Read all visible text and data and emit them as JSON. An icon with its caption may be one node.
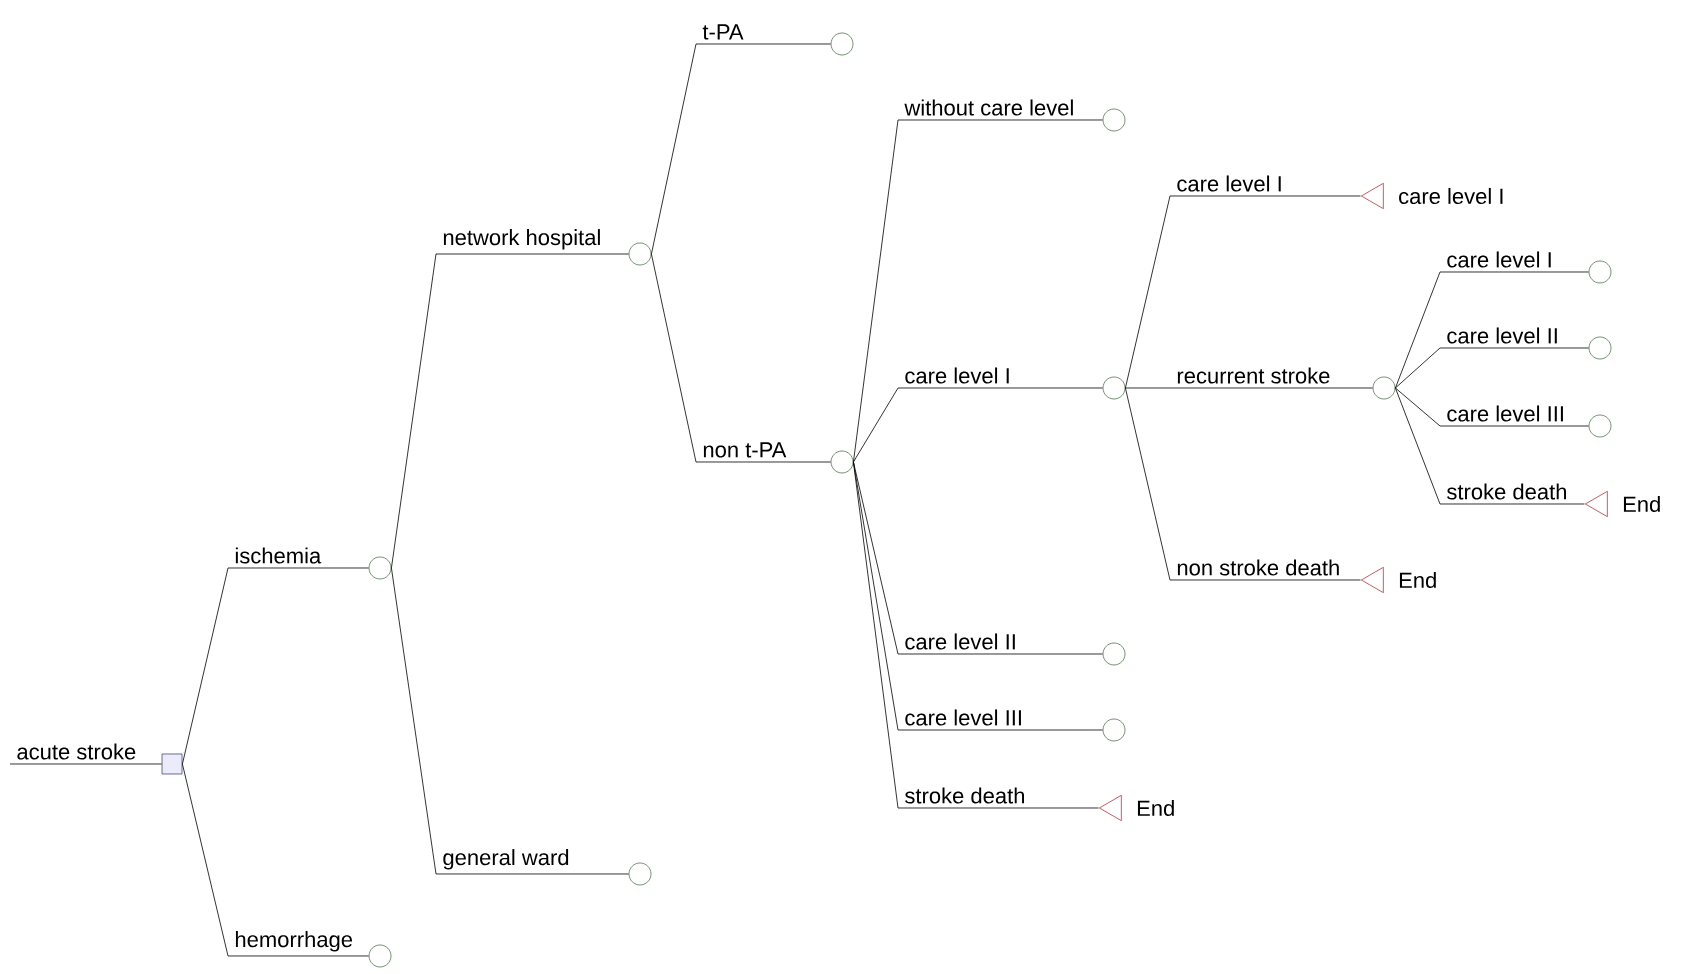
{
  "diagram": {
    "nodes": [
      {
        "text": [],
        "shape": "box"
      },
      {
        "text": [],
        "shape": "circle"
      },
      {
        "text": [],
        "shape": "circle"
      },
      {
        "text": [],
        "shape": "circle"
      },
      {
        "text": [],
        "shape": "circle"
      },
      {
        "text": [],
        "shape": "circle"
      },
      {
        "text": [],
        "shape": "circle"
      },
      {
        "text": [],
        "shape": "circle"
      },
      {
        "text": [],
        "shape": "circle"
      },
      {
        "text": [],
        "shape": "circle"
      },
      {
        "text": [],
        "shape": "circle"
      },
      {
        "text": [],
        "shape": "triangle",
        "beside": [
          "End"
        ]
      },
      {
        "text": [],
        "shape": "triangle",
        "beside": [
          "care level I"
        ]
      },
      {
        "text": [],
        "shape": "circle"
      },
      {
        "text": [],
        "shape": "triangle",
        "beside": [
          "End"
        ]
      },
      {
        "text": [],
        "shape": "circle"
      },
      {
        "text": [],
        "shape": "circle"
      },
      {
        "text": [],
        "shape": "circle"
      },
      {
        "text": [],
        "shape": "triangle",
        "beside": [
          "End"
        ]
      }
    ],
    "edges": [
      {
        "from": null,
        "to": 0,
        "arrow": "none",
        "label": "acute stroke"
      },
      {
        "from": 0,
        "to": 1,
        "arrow": "none",
        "label": "ischemia"
      },
      {
        "from": 0,
        "to": 2,
        "arrow": "none",
        "label": "hemorrhage"
      },
      {
        "from": 1,
        "to": 3,
        "arrow": "none",
        "label": "network hospital"
      },
      {
        "from": 1,
        "to": 4,
        "arrow": "none",
        "label": "general ward"
      },
      {
        "from": 3,
        "to": 5,
        "arrow": "none",
        "label": "t-PA"
      },
      {
        "from": 3,
        "to": 6,
        "arrow": "none",
        "label": "non t-PA"
      },
      {
        "from": 6,
        "to": 7,
        "arrow": "none",
        "label": "without care level"
      },
      {
        "from": 6,
        "to": 8,
        "arrow": "none",
        "label": "care level I"
      },
      {
        "from": 6,
        "to": 9,
        "arrow": "none",
        "label": "care level II"
      },
      {
        "from": 6,
        "to": 10,
        "arrow": "none",
        "label": "care level III"
      },
      {
        "from": 6,
        "to": 11,
        "arrow": "none",
        "label": "stroke death"
      },
      {
        "from": 8,
        "to": 12,
        "arrow": "none",
        "label": "care level I"
      },
      {
        "from": 8,
        "to": 13,
        "arrow": "none",
        "label": "recurrent stroke"
      },
      {
        "from": 8,
        "to": 14,
        "arrow": "none",
        "label": "non stroke death"
      },
      {
        "from": 13,
        "to": 15,
        "arrow": "none",
        "label": "care level I"
      },
      {
        "from": 13,
        "to": 16,
        "arrow": "none",
        "label": "care level II"
      },
      {
        "from": 13,
        "to": 17,
        "arrow": "none",
        "label": "care level III"
      },
      {
        "from": 13,
        "to": 18,
        "arrow": "none",
        "label": "stroke death"
      }
    ]
  }
}
